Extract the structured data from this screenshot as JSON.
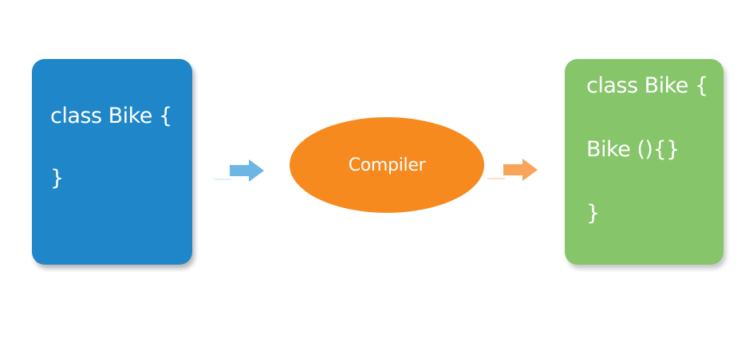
{
  "source_box": {
    "lines": [
      "class Bike {",
      "}"
    ],
    "color": "#1f87c9"
  },
  "compiler": {
    "label": "Compiler",
    "color": "#f68a1f"
  },
  "output_box": {
    "lines": [
      "class Bike {",
      "Bike (){}",
      "}"
    ],
    "color": "#86c56a"
  },
  "arrows": {
    "left_color": "#6bb6e3",
    "right_color": "#f8a45a"
  }
}
